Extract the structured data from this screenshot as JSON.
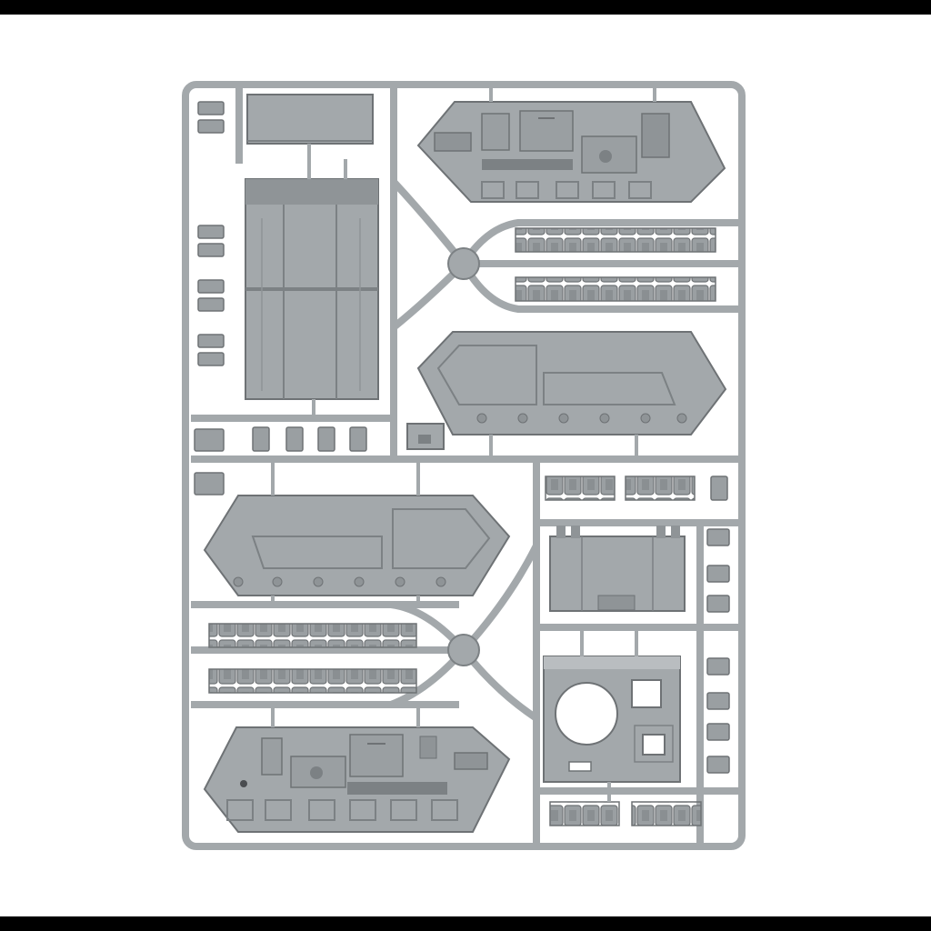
{
  "colors": {
    "background": "#ffffff",
    "frame_bars": "#000000",
    "plastic": "#a3a8ab",
    "plastic_dark": "#7c8184",
    "plastic_light": "#b9bdc0",
    "stroke": "#6e7275"
  },
  "parts": {
    "track_strip_count": 4,
    "hull_panel_count": 2,
    "side_plate_count": 2,
    "small_track_link_count": 22
  }
}
